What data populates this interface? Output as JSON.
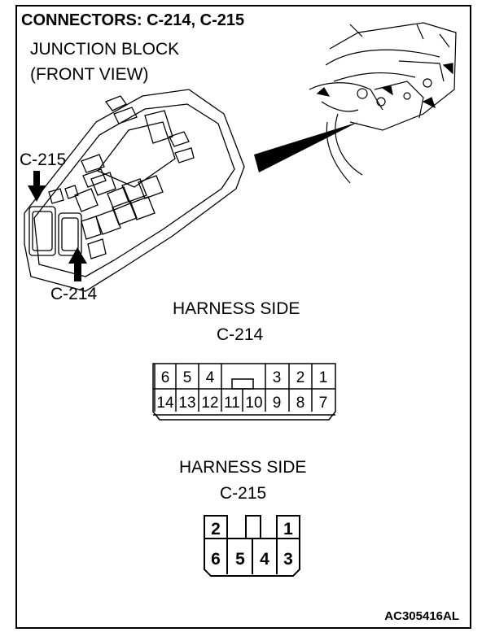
{
  "title": "CONNECTORS: C-214, C-215",
  "junction_block": {
    "line1": "JUNCTION BLOCK",
    "line2": "(FRONT VIEW)"
  },
  "callouts": {
    "c215": "C-215",
    "c214": "C-214"
  },
  "connector_c214": {
    "heading": "HARNESS SIDE",
    "name": "C-214",
    "top_row": [
      "6",
      "5",
      "4",
      "3",
      "2",
      "1"
    ],
    "bottom_row": [
      "14",
      "13",
      "12",
      "11",
      "10",
      "9",
      "8",
      "7"
    ]
  },
  "connector_c215": {
    "heading": "HARNESS SIDE",
    "name": "C-215",
    "top_row": [
      "2",
      "1"
    ],
    "bottom_row": [
      "6",
      "5",
      "4",
      "3"
    ]
  },
  "figure_code": "AC305416AL"
}
